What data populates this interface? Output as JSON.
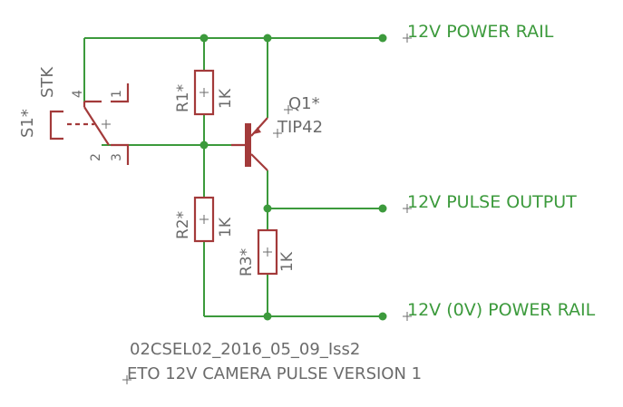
{
  "nets": {
    "power_rail": "12V POWER RAIL",
    "pulse_output": "12V PULSE OUTPUT",
    "ground_rail": "12V (0V) POWER RAIL"
  },
  "switch": {
    "name": "S1*",
    "value": "STK",
    "pin_4": "4",
    "pin_1": "1",
    "pin_2": "2",
    "pin_3": "3"
  },
  "resistors": [
    {
      "name": "R1*",
      "value": "1K"
    },
    {
      "name": "R2*",
      "value": "1K"
    },
    {
      "name": "R3*",
      "value": "1K"
    }
  ],
  "transistor": {
    "name": "Q1*",
    "value": "TIP42"
  },
  "footer": {
    "line1": "02CSEL02_2016_05_09_Iss2",
    "line2": "ETO 12V CAMERA PULSE VERSION 1"
  },
  "colors": {
    "wire": "#3c9a3c",
    "component": "#a33a3a",
    "text": "#6b6b6b"
  }
}
